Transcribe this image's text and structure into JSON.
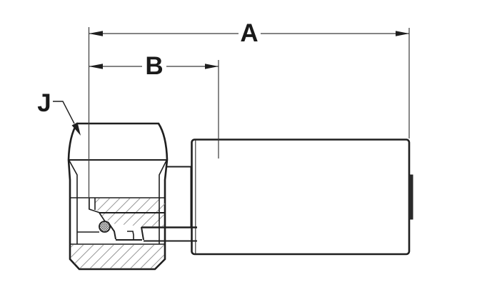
{
  "drawing": {
    "type": "technical-drawing",
    "subject": "crimp-style hose fitting, female swivel nut end, side view with half section",
    "labels": {
      "dim_a": "A",
      "dim_b": "B",
      "callout_j": "J"
    },
    "colors": {
      "outline": "#1f1f1f",
      "dimension_line": "#3a3a3a",
      "hatch": "#8a8a8a",
      "background": "#ffffff",
      "hose_stop_fill": "#2b2b2b"
    },
    "parts": [
      "female-swivel-nut",
      "nipple-hex",
      "crimp-shell",
      "o-ring-section",
      "hose-stop"
    ]
  }
}
